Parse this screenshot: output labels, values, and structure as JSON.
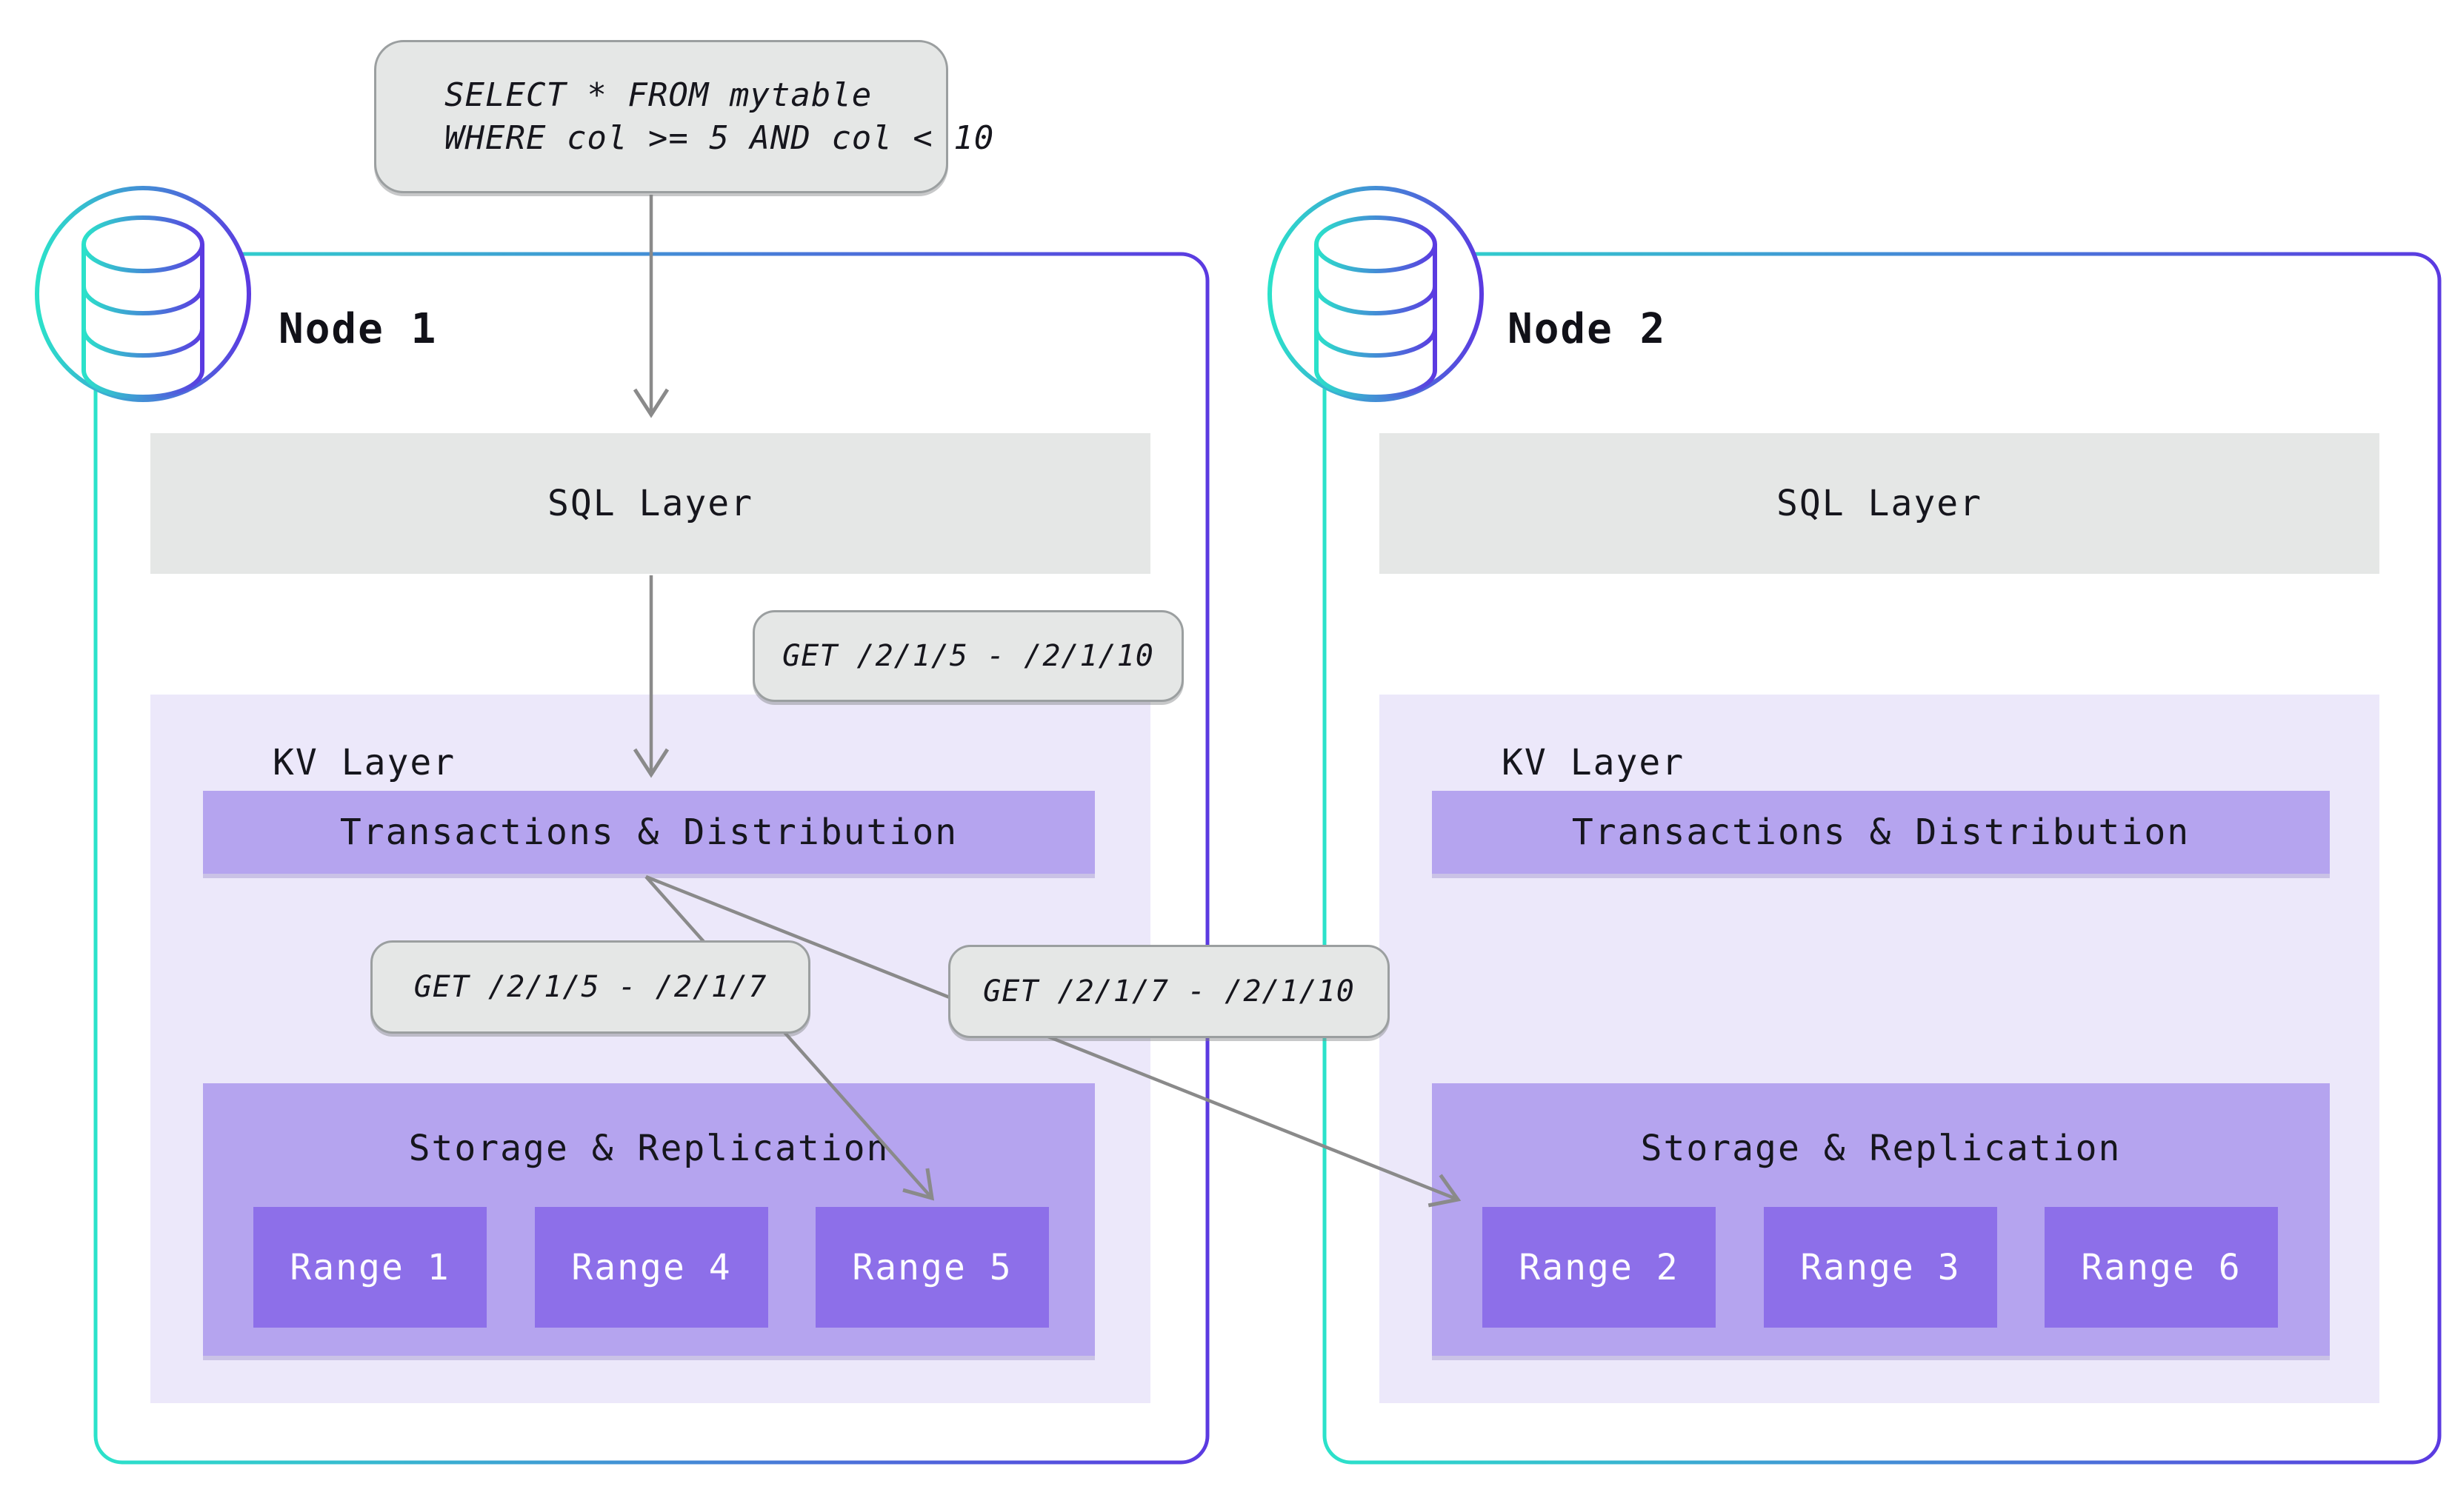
{
  "diagram_title": "Distributed SQL query routing across nodes",
  "query_bubble": {
    "line1": "SELECT * FROM mytable",
    "line2": "WHERE col >= 5 AND col < 10"
  },
  "request_labels": {
    "sql_to_kv": "GET /2/1/5 - /2/1/10",
    "local_range": "GET /2/1/5 - /2/1/7",
    "remote_range": "GET /2/1/7 - /2/1/10"
  },
  "nodes": [
    {
      "title": "Node 1",
      "icon": "database-icon",
      "sql_layer_label": "SQL Layer",
      "kv_layer_label": "KV Layer",
      "transactions_label": "Transactions & Distribution",
      "storage_label": "Storage & Replication",
      "ranges": [
        "Range 1",
        "Range 4",
        "Range 5"
      ]
    },
    {
      "title": "Node 2",
      "icon": "database-icon",
      "sql_layer_label": "SQL Layer",
      "kv_layer_label": "KV Layer",
      "transactions_label": "Transactions & Distribution",
      "storage_label": "Storage & Replication",
      "ranges": [
        "Range 2",
        "Range 3",
        "Range 6"
      ]
    }
  ],
  "colors": {
    "node_border_gradient_start": "#2BE2CA",
    "node_border_gradient_end": "#5B3AE1",
    "sql_layer_bg": "#E5E7E6",
    "bubble_bg": "#E5E7E6",
    "bubble_border": "#9B9FA0",
    "kv_layer_bg": "#ECE8FA",
    "layer_box_bg": "#B5A4EF",
    "range_box_bg": "#8D6FE9",
    "arrow": "#8A8A8A",
    "text_dark": "#16161D",
    "range_text": "#FDFCFF",
    "page_bg": "#FFFFFF"
  }
}
